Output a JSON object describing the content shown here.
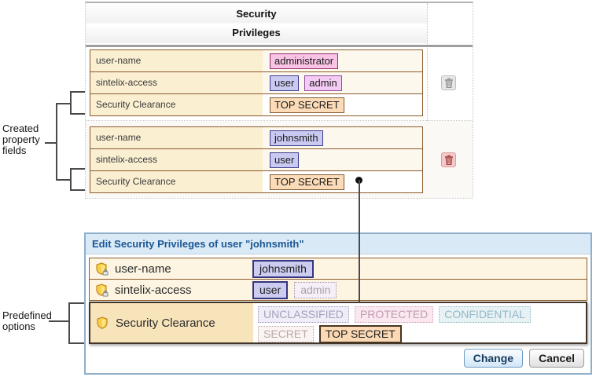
{
  "annotations": {
    "created": [
      "Created",
      "property",
      "fields"
    ],
    "predefined": [
      "Predefined",
      "options"
    ]
  },
  "privileges_table": {
    "title_line1": "Security",
    "title_line2": "Privileges",
    "records": [
      {
        "rows": [
          {
            "label": "user-name",
            "badges": [
              {
                "text": "administrator",
                "style": "pink"
              }
            ]
          },
          {
            "label": "sintelix-access",
            "badges": [
              {
                "text": "user",
                "style": "lavender"
              },
              {
                "text": "admin",
                "style": "violet"
              }
            ]
          },
          {
            "label": "Security Clearance",
            "badges": [
              {
                "text": "TOP SECRET",
                "style": "peach"
              }
            ]
          }
        ],
        "delete_icon": "trash-icon",
        "delete_state": "normal"
      },
      {
        "rows": [
          {
            "label": "user-name",
            "badges": [
              {
                "text": "johnsmith",
                "style": "lavender"
              }
            ]
          },
          {
            "label": "sintelix-access",
            "badges": [
              {
                "text": "user",
                "style": "lavender"
              }
            ]
          },
          {
            "label": "Security Clearance",
            "badges": [
              {
                "text": "TOP SECRET",
                "style": "peach"
              }
            ]
          }
        ],
        "delete_icon": "trash-icon",
        "delete_state": "highlighted"
      }
    ]
  },
  "editor": {
    "title": "Edit Security Privileges of user \"johnsmith\"",
    "rows": [
      {
        "label": "user-name",
        "icon": "shield-lock-icon",
        "badges": [
          {
            "text": "johnsmith",
            "selected": true
          }
        ]
      },
      {
        "label": "sintelix-access",
        "icon": "shield-lock-icon",
        "badges": [
          {
            "text": "user",
            "selected": true
          },
          {
            "text": "admin",
            "selected": false
          }
        ]
      },
      {
        "label": "Security Clearance",
        "icon": "shield-icon",
        "options": [
          {
            "text": "UNCLASSIFIED",
            "selected": false
          },
          {
            "text": "PROTECTED",
            "selected": false
          },
          {
            "text": "CONFIDENTIAL",
            "selected": false
          },
          {
            "text": "SECRET",
            "selected": false
          },
          {
            "text": "TOP SECRET",
            "selected": true
          }
        ]
      }
    ],
    "buttons": {
      "change": "Change",
      "cancel": "Cancel"
    }
  },
  "colors": {
    "panel_border": "#8fafc9",
    "panel_header_bg": "#d9e9f6",
    "panel_title_text": "#1a5795",
    "field_border_brown": "#8a5a2b",
    "label_cell_cream": "#fbefd2",
    "clearance_label_cream": "#f8e4bb",
    "badge_pink": "#f9c3e5",
    "badge_lavender": "#ccccf0",
    "badge_violet": "#f3cbf3",
    "badge_peach": "#fbd9b4",
    "annotation_line": "#4a4a4a"
  }
}
